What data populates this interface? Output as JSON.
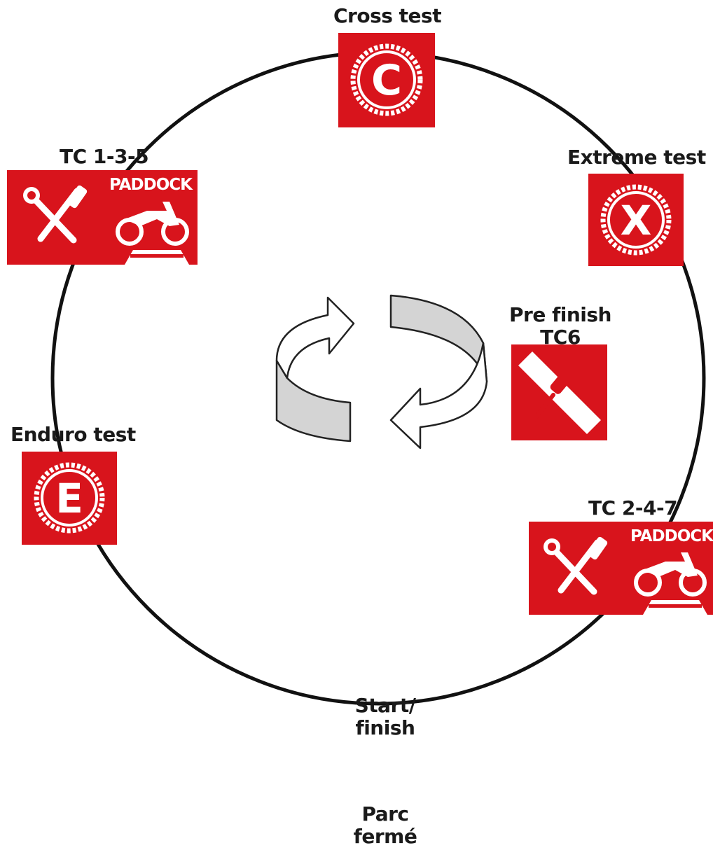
{
  "diagram": {
    "stations": {
      "cross_test": {
        "label": "Cross test",
        "badge_letter": "C",
        "icon": "cross-test-sign-icon"
      },
      "extreme_test": {
        "label": "Extreme test",
        "badge_letter": "X",
        "icon": "extreme-test-sign-icon"
      },
      "tc_135": {
        "label": "TC 1-3-5",
        "paddock_text": "PADDOCK",
        "icon": "tools-paddock-sign-icon"
      },
      "pre_finish": {
        "label_line1": "Pre finish",
        "label_line2": "TC6",
        "icon": "screwdriver-sign-icon"
      },
      "enduro_test": {
        "label": "Enduro test",
        "badge_letter": "E",
        "icon": "enduro-test-sign-icon"
      },
      "tc_247": {
        "label": "TC 2-4-7",
        "paddock_text": "PADDOCK",
        "icon": "tools-paddock-sign-icon"
      },
      "start_finish": {
        "label_line1": "Start/",
        "label_line2": "finish"
      },
      "parc_ferme": {
        "label_line1": "Parc",
        "label_line2": "fermé"
      }
    },
    "center_icon": "cycle-arrows-icon",
    "colors": {
      "sign_red": "#d8141c",
      "ring": "#111111",
      "arrow_fill": "#d4d4d4"
    }
  }
}
